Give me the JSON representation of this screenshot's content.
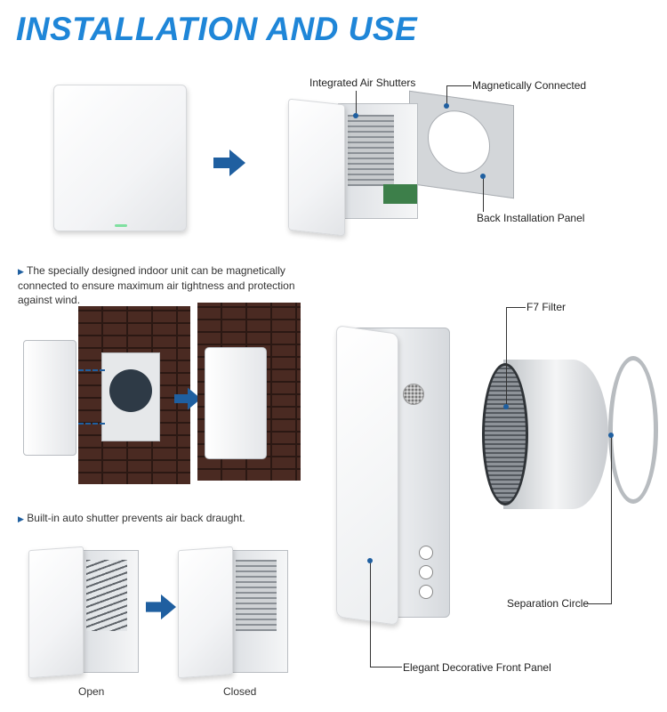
{
  "header": {
    "title": "INSTALLATION AND USE"
  },
  "section1": {
    "labels": {
      "integrated_air_shutters": "Integrated Air Shutters",
      "magnetically_connected": "Magnetically Connected",
      "back_installation_panel": "Back Installation Panel"
    }
  },
  "notes": {
    "magnetic": "The specially designed indoor unit can be magnetically connected to ensure maximum air tightness and protection against wind.",
    "shutter": "Built-in auto shutter prevents air back draught."
  },
  "section3": {
    "labels": {
      "f7_filter": "F7 Filter",
      "separation_circle": "Separation Circle",
      "front_panel": "Elegant Decorative Front Panel"
    },
    "captions": {
      "open": "Open",
      "closed": "Closed"
    }
  },
  "colors": {
    "title": "#1f86d8",
    "arrow": "#1f5fa0",
    "brick": "#4a2a22"
  },
  "icons": {
    "arrow": "right-arrow-icon",
    "bullet": "triangle-bullet-icon"
  }
}
